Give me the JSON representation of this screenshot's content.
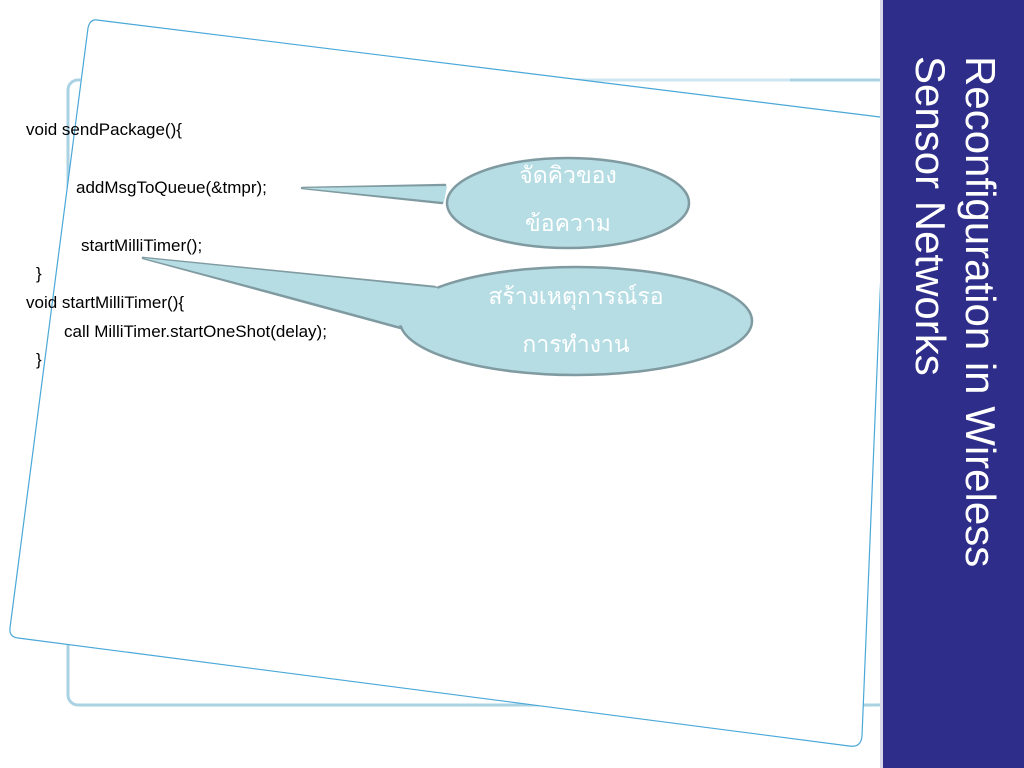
{
  "sidebar": {
    "title_line1": "Reconfiguration in Wireless",
    "title_line2": "Sensor Networks",
    "color": "#2e2d8a"
  },
  "code": {
    "line1": "void sendPackage(){",
    "line2": "addMsgToQueue(&tmpr);",
    "line3": "startMilliTimer();",
    "line4": "}",
    "line5": "void startMilliTimer(){",
    "line6": "call MilliTimer.startOneShot(delay);",
    "line7": "}"
  },
  "callouts": [
    {
      "line1": "จัดคิวของ",
      "line2": "ข้อความ"
    },
    {
      "line1": "สร้างเหตุการณ์รอ",
      "line2": "การทำงาน"
    }
  ],
  "colors": {
    "callout_fill": "#b5dde3",
    "callout_stroke": "#7f9aa0",
    "frame_stroke": "#a9d3e3",
    "card_stroke": "#4aa8d8",
    "watermark": "#f5d6e6"
  }
}
